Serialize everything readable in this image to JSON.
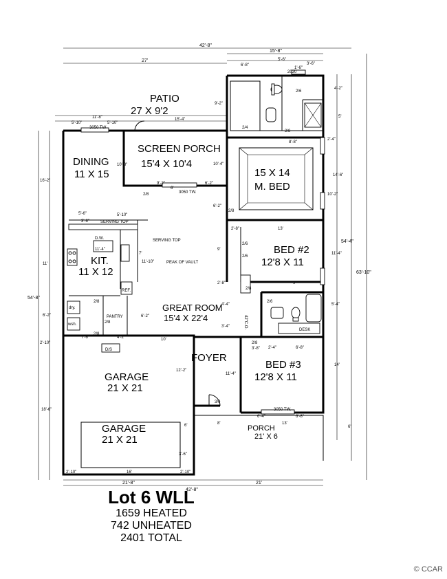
{
  "overall_dims": {
    "width_top": "42'-8\"",
    "width_bottom": "42'-8\"",
    "left_wing": "27'",
    "right_wing": "15'-8\"",
    "depth_right_outer": "63'-10\"",
    "depth_right_inner": "54'-4\"",
    "depth_left": "54'-8\"",
    "bottom_left": "21'-8\"",
    "bottom_right": "21'"
  },
  "rooms": {
    "patio": {
      "name": "PATIO",
      "size": "27 X 9'2"
    },
    "screen_porch": {
      "name": "SCREEN PORCH",
      "size": "15'4 X 10'4"
    },
    "dining": {
      "name": "DINING",
      "size": "11 X 15"
    },
    "master": {
      "size_line1": "15 X 14",
      "size_line2": "M. BED"
    },
    "bed2": {
      "name": "BED #2",
      "size": "12'8 X 11"
    },
    "kitchen": {
      "name": "KIT.",
      "size": "11 X 12"
    },
    "great_room": {
      "name": "GREAT ROOM",
      "size": "15'4 X 22'4"
    },
    "foyer": {
      "name": "FOYER"
    },
    "bed3": {
      "name": "BED #3",
      "size": "12'8 X 11"
    },
    "garage1": {
      "name": "GARAGE",
      "size": "21 X 21"
    },
    "garage2": {
      "name": "GARAGE",
      "size": "21 X 21"
    },
    "porch": {
      "name": "PORCH",
      "size": "21' X 6"
    }
  },
  "small_labels": {
    "pantry": "PANTRY",
    "dryer": "dry.",
    "washer": "wsh.",
    "dishwasher": "D.W.",
    "refrigerator": "REF.",
    "desk": "DESK",
    "ds": "D/S",
    "serving_top_1": "SERVING TOP",
    "serving_top_2": "SERVING TOP",
    "peak_of_vault": "PEAK OF VAULT",
    "co": "42\"C.O.",
    "window1": "3050 TW",
    "window2": "3050 TW.",
    "window3": "3050 TW.",
    "window4": "2030",
    "door_26a": "2/6",
    "door_24": "2/4",
    "door_28a": "2/8",
    "door_28b": "2/8",
    "door_26b": "2/6",
    "door_26c": "2/6",
    "door_28c": "2/8",
    "door_28d": "2/8",
    "door_28e": "2/8",
    "door_28f": "2/8",
    "door_26d": "2/6",
    "door_28g": "2/8",
    "door_30": "3/0",
    "door_28h": "2/8"
  },
  "dims": {
    "d1": "6'-8\"",
    "d2": "5'-6\"",
    "d3": "3'-6\"",
    "d4": "1'-6\"",
    "d5": "11'-8\"",
    "d6": "5'-10\"",
    "d7": "5'-10\"",
    "d8": "15'-4\"",
    "d9": "9'-2\"",
    "d10": "4'-2\"",
    "d11": "5'",
    "d12": "8'-8\"",
    "d13": "2'-4\"",
    "d14": "10'-8\"",
    "d15": "10'-4\"",
    "d16": "14'-6\"",
    "d17": "16'-2\"",
    "d18": "9'-2\"",
    "d19": "6'-2\"",
    "d20": "6'",
    "d21": "10'-2\"",
    "d22": "6'-2\"",
    "d23": "5'-6\"",
    "d24": "5'-10\"",
    "d25": "3'-6\"",
    "d26": "13'",
    "d27": "2'-8\"",
    "d28": "11'-4\"",
    "d29": "7'",
    "d30": "11'-10\"",
    "d31": "9'",
    "d32": "11'",
    "d33": "11'-4\"",
    "d34": "2'-8\"",
    "d35": "9'",
    "d36": "4'-4\"",
    "d37": "5'-4\"",
    "d38": "3'-4\"",
    "d39": "6'-2\"",
    "d40": "6'-2\"",
    "d41": "7'-6\"",
    "d42": "4'-2\"",
    "d43": "10'",
    "d44": "2'-10\"",
    "d45": "2'-4\"",
    "d46": "3'-8\"",
    "d47": "6'-8\"",
    "d48": "12'-2\"",
    "d49": "11'-4\"",
    "d50": "14'",
    "d51": "18'-6\"",
    "d52": "6'-4\"",
    "d53": "6'-8\"",
    "d54": "8'",
    "d55": "13'",
    "d56": "6'",
    "d57": "6'",
    "d58": "3'-6\"",
    "d59": "2'-10\"",
    "d60": "16'",
    "d61": "2'-10\""
  },
  "summary": {
    "title": "Lot 6 WLL",
    "heated": "1659 HEATED",
    "unheated": "742 UNHEATED",
    "total": "2401 TOTAL"
  },
  "credit": "© CCAR"
}
